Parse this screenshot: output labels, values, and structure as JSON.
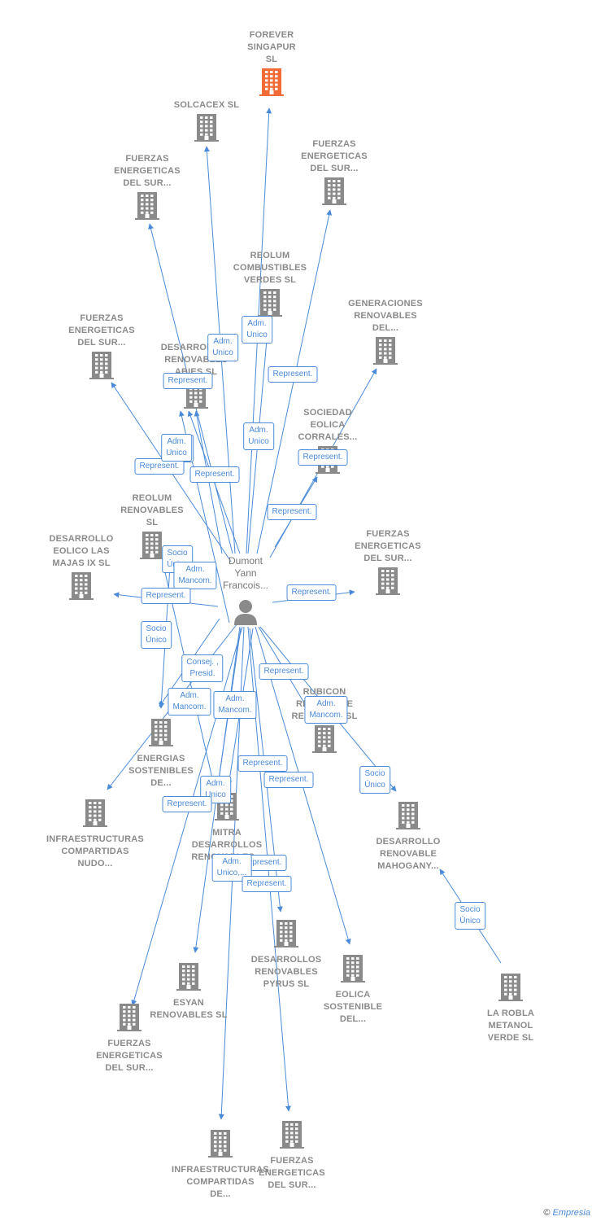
{
  "diagram": {
    "center": {
      "label": "Dumont\nYann\nFrancois..."
    },
    "companies": [
      {
        "id": "forever",
        "label": "FOREVER\nSINGAPUR\nSL",
        "main": true
      },
      {
        "id": "solcacex",
        "label": "SOLCACEX  SL"
      },
      {
        "id": "fes1",
        "label": "FUERZAS\nENERGETICAS\nDEL SUR..."
      },
      {
        "id": "fes2",
        "label": "FUERZAS\nENERGETICAS\nDEL SUR..."
      },
      {
        "id": "reolum_comb",
        "label": "REOLUM\nCOMBUSTIBLES\nVERDES  SL"
      },
      {
        "id": "generaciones",
        "label": "GENERACIONES\nRENOVABLES\nDEL..."
      },
      {
        "id": "fes3",
        "label": "FUERZAS\nENERGETICAS\nDEL SUR..."
      },
      {
        "id": "abies",
        "label": "DESARROLLOS\nRENOVABLES\nABIES  SL"
      },
      {
        "id": "corrales",
        "label": "SOCIEDAD\nEOLICA\nCORRALES..."
      },
      {
        "id": "reolum_ren",
        "label": "REOLUM\nRENOVABLES\nSL"
      },
      {
        "id": "majas",
        "label": "DESARROLLO\nEOLICO LAS\nMAJAS IX  SL"
      },
      {
        "id": "fes4",
        "label": "FUERZAS\nENERGETICAS\nDEL SUR..."
      },
      {
        "id": "energias",
        "label": "ENERGIAS\nSOSTENIBLES\nDE..."
      },
      {
        "id": "rubicon",
        "label": "RUBICON\nRENOVABLE\nRESEARCH  SL"
      },
      {
        "id": "infra_nudo",
        "label": "INFRAESTRUCTURAS\nCOMPARTIDAS\nNUDO..."
      },
      {
        "id": "mitra",
        "label": "MITRA\nDESARROLLOS\nRENOVABLES..."
      },
      {
        "id": "mahogany",
        "label": "DESARROLLO\nRENOVABLE\nMAHOGANY..."
      },
      {
        "id": "pyrus",
        "label": "DESARROLLOS\nRENOVABLES\nPYRUS  SL"
      },
      {
        "id": "esyan",
        "label": "ESYAN\nRENOVABLES  SL"
      },
      {
        "id": "eolica_sost",
        "label": "EOLICA\nSOSTENIBLE\nDEL..."
      },
      {
        "id": "larobla",
        "label": "LA ROBLA\nMETANOL\nVERDE  SL"
      },
      {
        "id": "fes5",
        "label": "FUERZAS\nENERGETICAS\nDEL SUR..."
      },
      {
        "id": "infra_de",
        "label": "INFRAESTRUCTURAS\nCOMPARTIDAS\nDE..."
      },
      {
        "id": "fes6",
        "label": "FUERZAS\nENERGETICAS\nDEL SUR..."
      }
    ],
    "relations": [
      "Adm.\nUnico",
      "Adm.\nUnico",
      "Represent.",
      "Represent.",
      "Adm.\nUnico",
      "Adm.\nUnico",
      "Represent.",
      "Represent.",
      "Represent.",
      "Represent.",
      "Socio\nÚnico",
      "Adm.\nMancom.",
      "Represent.",
      "Represent.",
      "Socio\nÚnico",
      "Consej. ,\nPresid.",
      "Adm.\nMancom.",
      "Represent.",
      "Adm.\nMancom.",
      "Adm.\nMancom.",
      "Represent.",
      "Socio\nÚnico",
      "Adm.\nUnico",
      "Represent.",
      "Represent.",
      "Represent.",
      "Adm.\nUnico,...",
      "Represent.",
      "Socio\nÚnico",
      "Adm.\nUnico"
    ]
  },
  "colors": {
    "edge": "#4a8ad8",
    "building": "#8a8a8a",
    "building_main": "#f26a36",
    "person": "#8a8a8a"
  },
  "footer": {
    "copyright": "©",
    "brand": "Empresia"
  }
}
